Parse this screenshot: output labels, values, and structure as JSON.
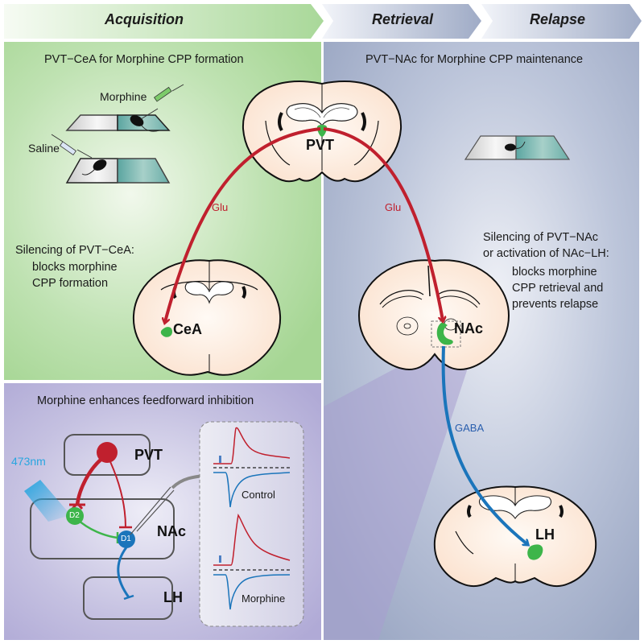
{
  "phases": [
    {
      "label": "Acquisition",
      "color": "#a9d899"
    },
    {
      "label": "Retrieval",
      "color": "#9fabc6"
    },
    {
      "label": "Relapse",
      "color": "#9fabc6"
    }
  ],
  "panel_acquisition": {
    "title": "PVT−CeA for Morphine CPP formation",
    "morphine_label": "Morphine",
    "saline_label": "Saline",
    "silencing_heading": "Silencing of  PVT−CeA:",
    "silencing_result_line1": "blocks morphine",
    "silencing_result_line2": "CPP formation",
    "region_label": "CeA",
    "transmitter": "Glu",
    "background": "#a9d899"
  },
  "panel_retrieval": {
    "title": "PVT−NAc for Morphine CPP maintenance",
    "source_region": "PVT",
    "target_region": "NAc",
    "downstream_region": "LH",
    "transmitter_glu": "Glu",
    "transmitter_gaba": "GABA",
    "finding_line1": "Silencing of PVT−NAc",
    "finding_line2": "or activation of  NAc−LH:",
    "finding_line3": "blocks morphine",
    "finding_line4": "CPP retrieval and",
    "finding_line5": "prevents relapse",
    "background": "#9fabc6"
  },
  "panel_circuit": {
    "title": "Morphine enhances feedforward inhibition",
    "light_label": "473nm",
    "box_pvt": "PVT",
    "box_nac": "NAc",
    "box_lh": "LH",
    "cell_d2": "D2",
    "cell_d1": "D1",
    "trace_control_label": "Control",
    "trace_morphine_label": "Morphine",
    "background": "#b5b0d8"
  },
  "colors": {
    "excitatory": "#c0202e",
    "inhibitory": "#1b75bb",
    "d2_cell": "#3db54a",
    "region_highlight": "#3db54a",
    "brain_fill": "#fbe6d6"
  }
}
